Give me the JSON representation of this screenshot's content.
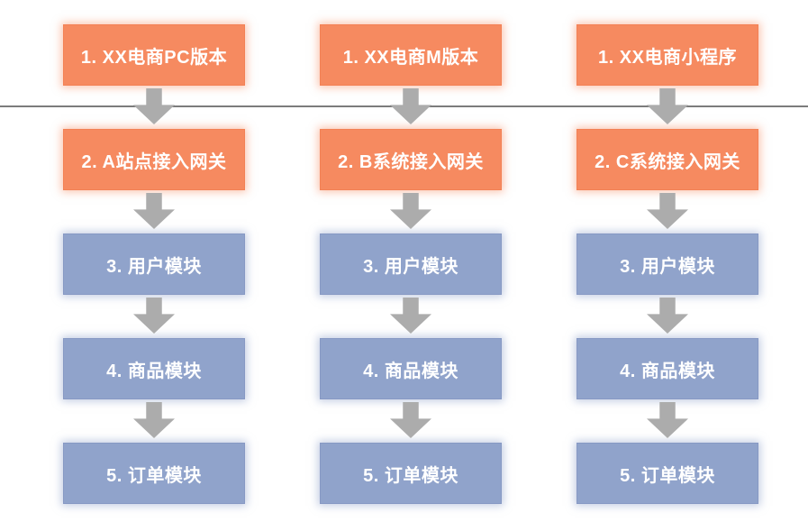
{
  "diagram": {
    "type": "flowchart",
    "columns": [
      {
        "name": "pc-site-flow",
        "steps": [
          {
            "label": "1. XX电商PC版本",
            "kind": "entry"
          },
          {
            "label": "2. A站点接入网关",
            "kind": "gateway"
          },
          {
            "label": "3. 用户模块",
            "kind": "module"
          },
          {
            "label": "4. 商品模块",
            "kind": "module"
          },
          {
            "label": "5. 订单模块",
            "kind": "module"
          }
        ]
      },
      {
        "name": "mobile-site-flow",
        "steps": [
          {
            "label": "1. XX电商M版本",
            "kind": "entry"
          },
          {
            "label": "2. B系统接入网关",
            "kind": "gateway"
          },
          {
            "label": "3. 用户模块",
            "kind": "module"
          },
          {
            "label": "4. 商品模块",
            "kind": "module"
          },
          {
            "label": "5. 订单模块",
            "kind": "module"
          }
        ]
      },
      {
        "name": "mini-program-flow",
        "steps": [
          {
            "label": "1. XX电商小程序",
            "kind": "entry"
          },
          {
            "label": "2. C系统接入网关",
            "kind": "gateway"
          },
          {
            "label": "3. 用户模块",
            "kind": "module"
          },
          {
            "label": "4. 商品模块",
            "kind": "module"
          },
          {
            "label": "5. 订单模块",
            "kind": "module"
          }
        ]
      }
    ],
    "colors": {
      "entry_gateway_box": "#F68A60",
      "module_box": "#90A3CB",
      "arrow": "#ACACAC",
      "divider_line": "#7C7C7C",
      "box_text": "#FFFFFF",
      "background": "#FFFFFF"
    }
  }
}
